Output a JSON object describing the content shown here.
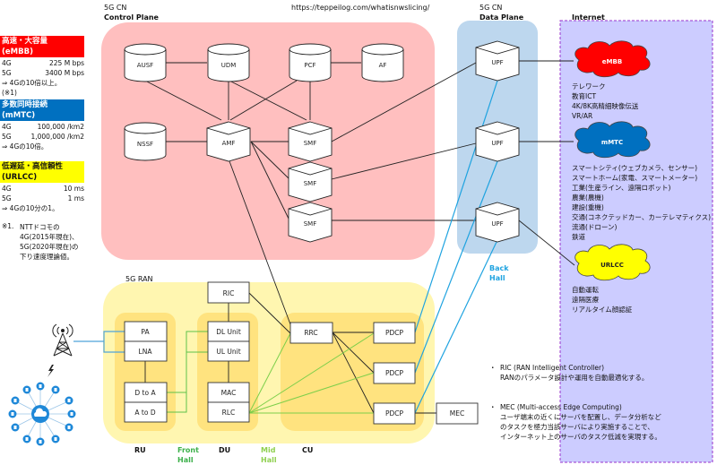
{
  "url": "https://teppeilog.com/whatisnwslicing/",
  "left_panel": {
    "embb": {
      "title": "高速・大容量",
      "subtitle": "(eMBB)",
      "color": "#ff0000",
      "rows": [
        {
          "gen": "4G",
          "value": "225 M bps"
        },
        {
          "gen": "5G",
          "value": "3400 M bps"
        }
      ],
      "summary": "⇒ 4Gの10倍以上。",
      "note_ref": "(※1)"
    },
    "mmtc": {
      "title": "多数同時接続",
      "subtitle": "(mMTC)",
      "color": "#0070c0",
      "rows": [
        {
          "gen": "4G",
          "value": "100,000 /km2"
        },
        {
          "gen": "5G",
          "value": "1,000,000 /km2"
        }
      ],
      "summary": "⇒ 4Gの10倍。"
    },
    "urllc": {
      "title": "低遅延・高信頼性",
      "subtitle": "(URLCC)",
      "color": "#ffff00",
      "rows": [
        {
          "gen": "4G",
          "value": "10 ms"
        },
        {
          "gen": "5G",
          "value": "1 ms"
        }
      ],
      "summary": "⇒ 4Gの10分の1。"
    },
    "footnote": {
      "mark": "※1.",
      "lines": [
        "NTTドコモの",
        "4G(2015年現在)、",
        "5G(2020年現在)の",
        "下り速度理論値。"
      ]
    }
  },
  "control_plane": {
    "heading1": "5G CN",
    "heading2": "Control Plane",
    "color": "#ffbfbf",
    "nodes": {
      "ausf": "AUSF",
      "udm": "UDM",
      "pcf": "PCF",
      "af": "AF",
      "nssf": "NSSF",
      "amf": "AMF",
      "smf1": "SMF",
      "smf2": "SMF",
      "smf3": "SMF"
    }
  },
  "data_plane": {
    "heading1": "5G CN",
    "heading2": "Data Plane",
    "color": "#bdd7ee",
    "upf1": "UPF",
    "upf2": "UPF",
    "upf3": "UPF",
    "backhaul": [
      "Back",
      "Hall"
    ]
  },
  "internet": {
    "heading": "Internet",
    "color": "#ccccff",
    "embb": {
      "label": "eMBB",
      "color": "#ff0000",
      "uses": [
        "テレワーク",
        "教育ICT",
        "4K/8K高精細映像伝送",
        "VR/AR"
      ]
    },
    "mmtc": {
      "label": "mMTC",
      "color": "#0070c0",
      "uses": [
        "スマートシティ(ウェブカメラ、センサー)",
        "スマートホーム(家電、スマートメーター)",
        "工業(生産ライン、遠隔ロボット)",
        "農業(農機)",
        "建設(重機)",
        "交通(コネクテッドカー、カーテレマティクス)",
        "流通(ドローン)",
        "鉄道"
      ]
    },
    "urllc": {
      "label": "URLCC",
      "color": "#ffff00",
      "uses": [
        "自動運転",
        "遠隔医療",
        "リアルタイム顔認証"
      ]
    }
  },
  "ran": {
    "heading": "5G RAN",
    "color": "#fff2a8",
    "ric": "RIC",
    "ru": {
      "pa": "PA",
      "lna": "LNA",
      "dtoa": "D to A",
      "atod": "A to D",
      "label": "RU"
    },
    "du": {
      "dl": "DL Unit",
      "ul": "UL Unit",
      "mac": "MAC",
      "rlc": "RLC",
      "label": "DU"
    },
    "cu": {
      "rrc": "RRC",
      "pdcp1": "PDCP",
      "pdcp2": "PDCP",
      "pdcp3": "PDCP",
      "label": "CU"
    },
    "mec": "MEC",
    "fronthaul": [
      "Front",
      "Hall"
    ],
    "midhaul": [
      "Mid",
      "Hall"
    ]
  },
  "notes": [
    {
      "title": "RIC (RAN Intelligent Controller)",
      "lines": [
        "RANのパラメータ設計や運用を自動最適化する。"
      ]
    },
    {
      "title": "MEC (Multi-access Edge Computing)",
      "lines": [
        "ユーザ端末の近くにサーバを配置し、データ分析など",
        "のタスクを極力当該サーバにより実施することで、",
        "インターネット上のサーバのタスク低減を実現する。"
      ]
    }
  ],
  "bullet": "・"
}
